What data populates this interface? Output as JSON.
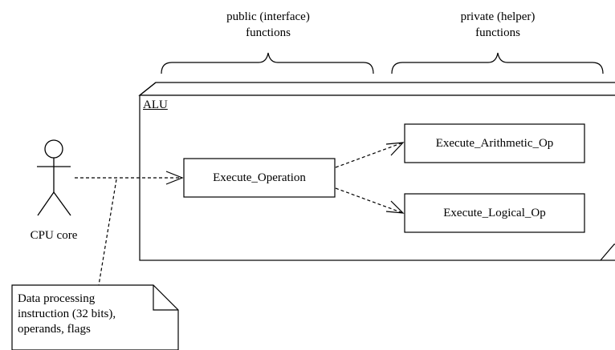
{
  "brackets": {
    "public_label": [
      "public (interface)",
      "functions"
    ],
    "private_label": [
      "private (helper)",
      "functions"
    ]
  },
  "package": {
    "name": "ALU"
  },
  "components": {
    "execute_operation": "Execute_Operation",
    "execute_arithmetic": "Execute_Arithmetic_Op",
    "execute_logical": "Execute_Logical_Op"
  },
  "actor": {
    "name": "CPU core"
  },
  "note": {
    "lines": [
      "Data processing",
      "instruction (32 bits),",
      "operands, flags"
    ]
  }
}
